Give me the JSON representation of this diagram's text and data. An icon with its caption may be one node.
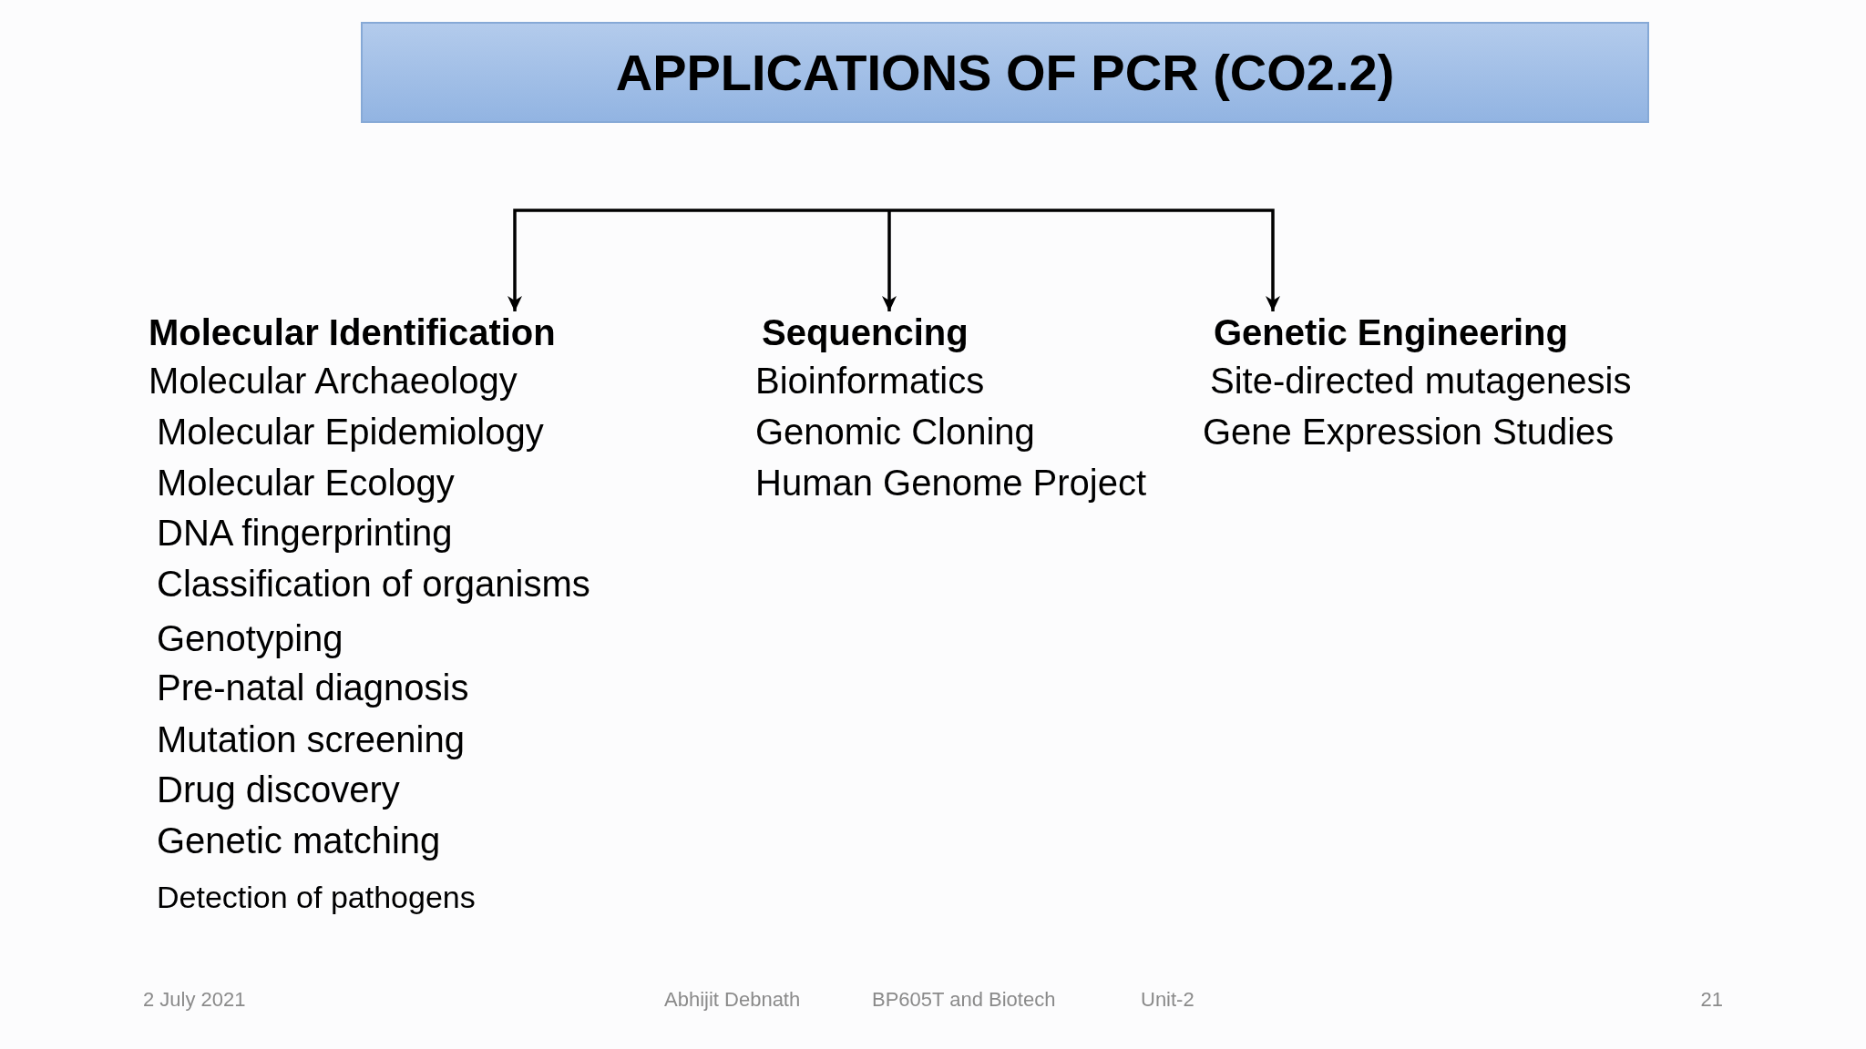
{
  "diagram": {
    "title": "APPLICATIONS OF PCR (CO2.2)",
    "nodes": [
      {
        "text": [
          "Molecular Identification"
        ],
        "beside": [
          "Molecular Archaeology",
          "Molecular Epidemiology",
          "Molecular Ecology",
          "DNA fingerprinting",
          "Classification of organisms",
          "Genotyping",
          "Pre-natal diagnosis",
          "Mutation screening",
          "Drug discovery",
          "Genetic matching",
          "Detection of pathogens"
        ]
      },
      {
        "text": [
          "Sequencing"
        ],
        "beside": [
          "Bioinformatics",
          "Genomic Cloning",
          "Human Genome Project"
        ]
      },
      {
        "text": [
          "Genetic Engineering"
        ],
        "beside": [
          "Site-directed mutagenesis",
          "Gene Expression Studies"
        ]
      }
    ],
    "edges": [
      {
        "from": null,
        "to": 0,
        "arrow": "to"
      },
      {
        "from": null,
        "to": 1,
        "arrow": "to"
      },
      {
        "from": null,
        "to": 2,
        "arrow": "to"
      }
    ],
    "labels": [
      "2 July 2021",
      "Abhijit Debnath",
      "BP605T and Biotech",
      "Unit-2",
      "21"
    ]
  }
}
